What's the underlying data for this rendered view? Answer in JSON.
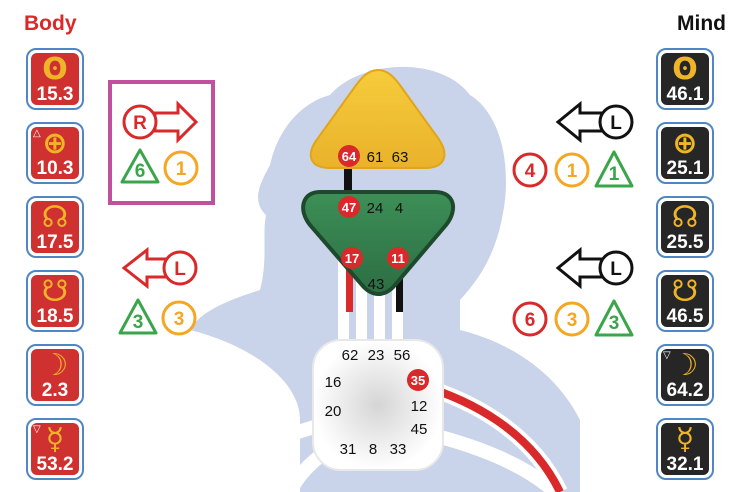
{
  "titles": {
    "body": "Body",
    "mind": "Mind"
  },
  "body_tiles": [
    {
      "glyph": "ʘ",
      "value": "15.3",
      "mark": ""
    },
    {
      "glyph": "⊕",
      "value": "10.3",
      "mark": "△"
    },
    {
      "glyph": "☊",
      "value": "17.5",
      "mark": ""
    },
    {
      "glyph": "☋",
      "value": "18.5",
      "mark": ""
    },
    {
      "glyph": "☽",
      "value": "2.3",
      "mark": ""
    },
    {
      "glyph": "☿",
      "value": "53.2",
      "mark": "▽"
    }
  ],
  "mind_tiles": [
    {
      "glyph": "ʘ",
      "value": "46.1",
      "mark": ""
    },
    {
      "glyph": "⊕",
      "value": "25.1",
      "mark": ""
    },
    {
      "glyph": "☊",
      "value": "25.5",
      "mark": ""
    },
    {
      "glyph": "☋",
      "value": "46.5",
      "mark": ""
    },
    {
      "glyph": "☽",
      "value": "64.2",
      "mark": "▽"
    },
    {
      "glyph": "☿",
      "value": "32.1",
      "mark": ""
    }
  ],
  "variables": {
    "top_left": {
      "arrow": "R",
      "triangle": "6",
      "circle": "1"
    },
    "bottom_left": {
      "arrow": "L",
      "circle1": "3",
      "circle2": "3"
    },
    "top_right": {
      "arrow": "L",
      "circle1": "4",
      "circle2": "1",
      "triangle": "1"
    },
    "bottom_right": {
      "arrow": "L",
      "circle1": "6",
      "circle2": "3",
      "triangle": "3"
    }
  },
  "gates": {
    "head": {
      "active": "64",
      "other": [
        "61",
        "63"
      ]
    },
    "ajna": {
      "active": "47",
      "other": [
        "24",
        "4"
      ],
      "left": "17",
      "right": "11",
      "bottom": "43"
    },
    "throat": {
      "top": [
        "62",
        "23",
        "56"
      ],
      "left": [
        "16",
        "20"
      ],
      "right_active": "35",
      "right": [
        "12",
        "45"
      ],
      "bottom": [
        "31",
        "8",
        "33"
      ]
    }
  },
  "colors": {
    "red": "#cf3131",
    "dark": "#262626",
    "gold": "#f0b429",
    "orange": "#f5a623",
    "green": "#3aa54a",
    "magenta": "#c1509f",
    "tile_border": "#4f87c4",
    "silhouette": "#c9d4ea"
  }
}
